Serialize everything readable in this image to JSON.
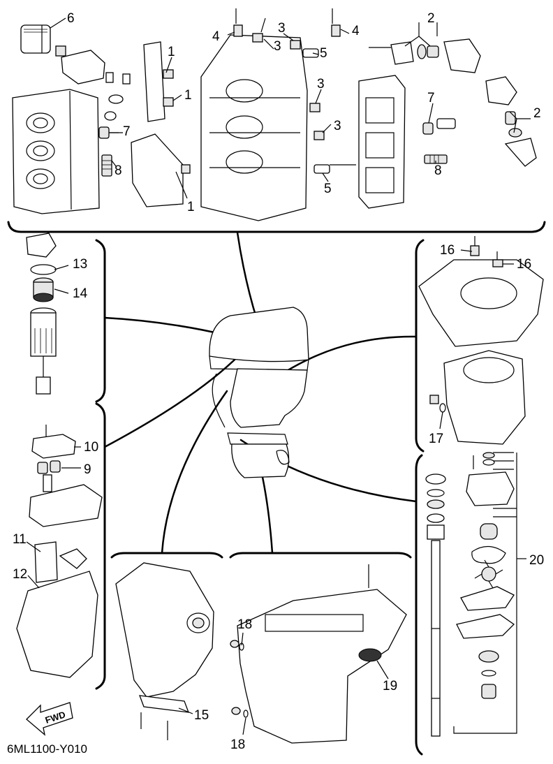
{
  "callouts": [
    "1",
    "2",
    "3",
    "4",
    "5",
    "6",
    "7",
    "8",
    "9",
    "10",
    "11",
    "12",
    "13",
    "14",
    "15",
    "16",
    "17",
    "18",
    "19",
    "20"
  ],
  "drawing_code": "6ML1100-Y010",
  "fwd_label": "FWD",
  "colors": {
    "line": "#000000",
    "background": "#ffffff",
    "fill_light": "#e6e6e6"
  }
}
